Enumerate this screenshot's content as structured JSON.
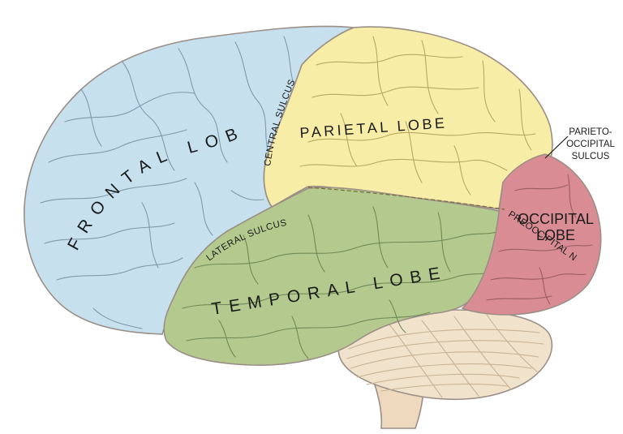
{
  "colors": {
    "background": "#ffffff",
    "frontal": "#c6e0ee",
    "parietal": "#f7eda6",
    "temporal": "#b3c98e",
    "occipital": "#d98c94",
    "cerebellum": "#f1e2cb",
    "brainstem": "#efd9be",
    "outline": "#9b8e86",
    "gyri_frontal": "#7f9aab",
    "gyri_parietal": "#b7a862",
    "gyri_temporal": "#6f8a55",
    "gyri_occipital": "#9c5b63",
    "gyri_cerebellum": "#c7b396"
  },
  "labels": {
    "frontal_lobe": "FRONTAL LOBE",
    "parietal_lobe": "PARIETAL LOBE",
    "temporal_lobe": "TEMPORAL LOBE",
    "occipital_lobe_line1": "OCCIPITAL",
    "occipital_lobe_line2": "LOBE",
    "central_sulcus": "CENTRAL SULCUS",
    "lateral_sulcus": "LATERAL SULCUS",
    "parieto_occipital_line1": "PARIETO-",
    "parieto_occipital_line2": "OCCIPITAL",
    "parieto_occipital_line3": "SULCUS",
    "preoccipital_notch": "PREOCCIPITAL N."
  }
}
